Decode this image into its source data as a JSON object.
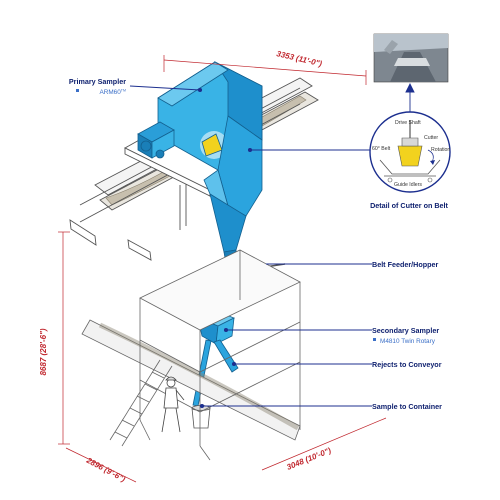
{
  "labels": {
    "primary_sampler": "Primary Sampler",
    "primary_sampler_model": "ARM60",
    "primary_sampler_model_sup": "TM",
    "belt_feeder": "Belt Feeder/Hopper",
    "secondary_sampler": "Secondary Sampler",
    "secondary_sampler_model": "M4810 Twin Rotary",
    "rejects": "Rejects to Conveyor",
    "sample_container": "Sample to Container",
    "detail_title": "Detail of Cutter on Belt"
  },
  "detail": {
    "drive_shaft": "Drive Shaft",
    "cutter": "Cutter",
    "belt_angle": "60° Belt",
    "rotation": "Rotation",
    "guide_idlers": "Guide Idlers"
  },
  "dimensions": {
    "top": "3353 (11'-0\")",
    "height": "8687 (28'-6\")",
    "bottom_left": "2896 (9'-6\")",
    "bottom_right": "3048 (10'-0\")"
  },
  "colors": {
    "equipment": "#39b3e6",
    "equipment_dark": "#1a7fb8",
    "callout_title": "#0d1f6e",
    "callout_sub": "#3b6fc7",
    "dimension": "#c0262d",
    "accent_yellow": "#f2d21e",
    "leader": "#1c2f8f"
  }
}
